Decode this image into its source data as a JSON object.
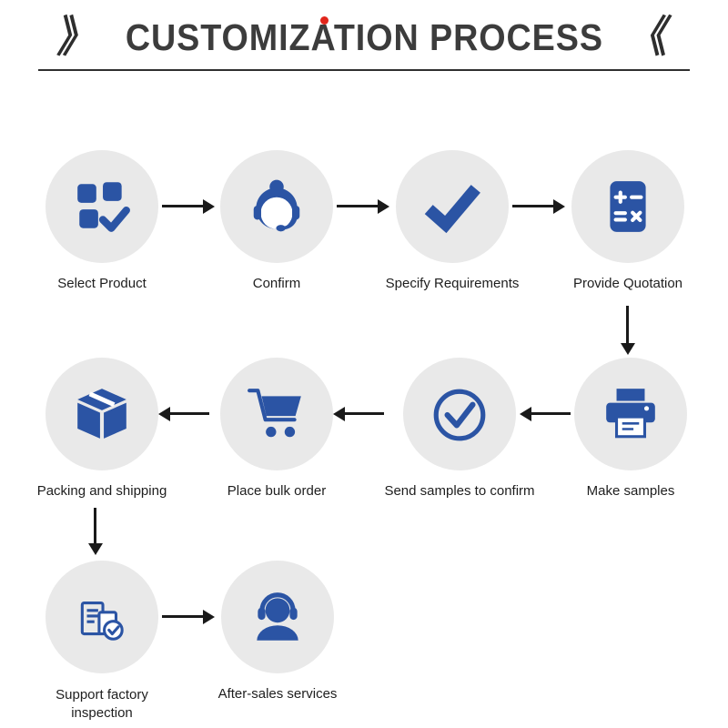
{
  "title": {
    "text": "CUSTOMIZATION PROCESS",
    "left_mark": "》",
    "right_mark": "《"
  },
  "colors": {
    "accent_blue": "#2b54a4",
    "circle_bg": "#e9e9e9",
    "arrow_black": "#1a1a1a",
    "red_accent": "#e1251b"
  },
  "steps": [
    {
      "label": "Select Product",
      "icon": "grid-check-icon"
    },
    {
      "label": "Confirm",
      "icon": "customer-service-icon"
    },
    {
      "label": "Specify Requirements",
      "icon": "bold-check-icon"
    },
    {
      "label": "Provide Quotation",
      "icon": "calculator-icon"
    },
    {
      "label": "Make samples",
      "icon": "printer-icon"
    },
    {
      "label": "Send samples to confirm",
      "icon": "circle-check-icon"
    },
    {
      "label": "Place bulk order",
      "icon": "shopping-cart-icon"
    },
    {
      "label": "Packing and shipping",
      "icon": "package-box-icon"
    },
    {
      "label": "Support factory inspection",
      "icon": "factory-inspection-icon"
    },
    {
      "label": "After-sales services",
      "icon": "headset-support-icon"
    }
  ]
}
